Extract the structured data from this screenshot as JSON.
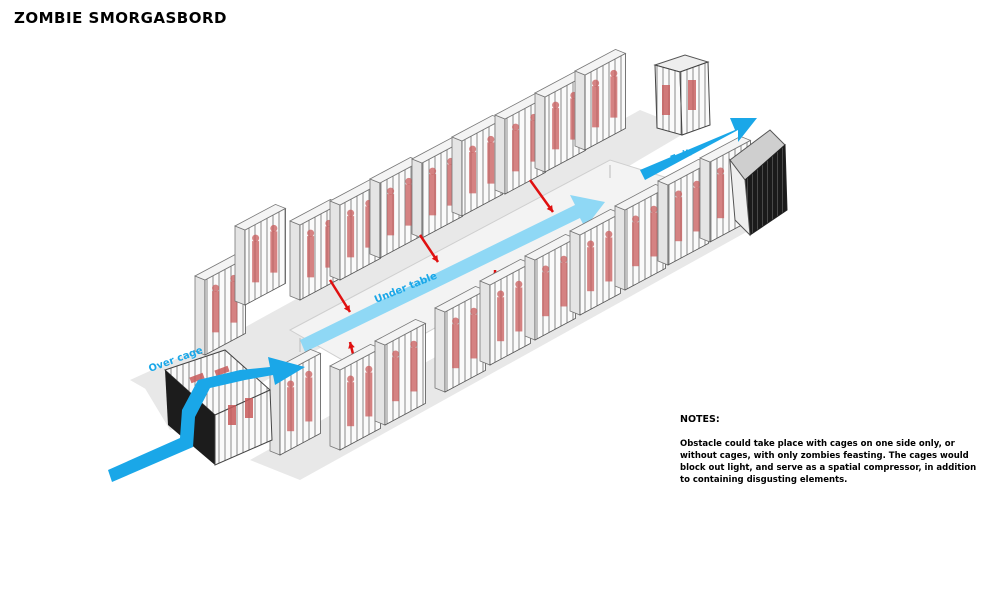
{
  "title": "ZOMBIE SMORGASBORD",
  "labels": {
    "over_cage": "Over cage",
    "under_table": "Under table",
    "exit": "Exit"
  },
  "notes": {
    "heading": "NOTES:",
    "body": "Obstacle could take place with cages on one side only, or without cages, with only zombies feasting. The cages would block out light, and serve as a spatial compressor, in addition to containing disgusting elements."
  },
  "colors": {
    "path_arrow": "#1aa7e8",
    "under_table_arrow": "#8fd8f5",
    "push_arrows": "#e01010",
    "cage_fill": "#fafafa",
    "cage_bars": "#8a8a8a",
    "zombies": "#c85a5a",
    "shadow": "#e6e6e6",
    "table": "#f2f2f2",
    "exit_box": "#1a1a1a"
  },
  "icons": {
    "path": "arrow-path",
    "push": "red-arrow",
    "cage": "cage-block",
    "exit": "dark-exit-cage"
  }
}
